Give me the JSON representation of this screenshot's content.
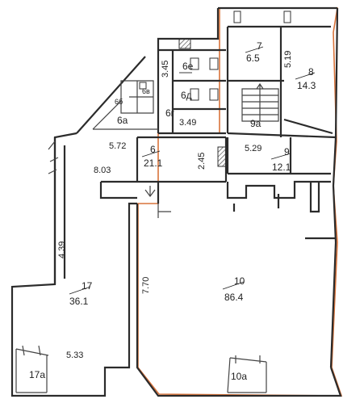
{
  "rooms": {
    "r6e": {
      "number": "6е"
    },
    "r6d": {
      "number": "6д"
    },
    "r6g": {
      "number": "6г"
    },
    "r6v": {
      "number": "6в"
    },
    "r6b": {
      "number": "6б"
    },
    "r6a": {
      "number": "6а"
    },
    "r7": {
      "number": "7",
      "area": "6.5"
    },
    "r8": {
      "number": "8",
      "area": "14.3"
    },
    "r9a": {
      "number": "9а"
    },
    "r9": {
      "number": "9",
      "area": "12.1"
    },
    "r6": {
      "number": "6",
      "area": "21.1"
    },
    "r17": {
      "number": "17",
      "area": "36.1"
    },
    "r10": {
      "number": "10",
      "area": "86.4"
    },
    "r17a": {
      "number": "17а"
    },
    "r10a": {
      "number": "10а"
    }
  },
  "dimensions": {
    "d345": "3.45",
    "d519": "5.19",
    "d349": "3.49",
    "d572": "5.72",
    "d245": "2.45",
    "d529": "5.29",
    "d803": "8.03",
    "d439": "4.39",
    "d770": "7.70",
    "d533": "5.33"
  }
}
